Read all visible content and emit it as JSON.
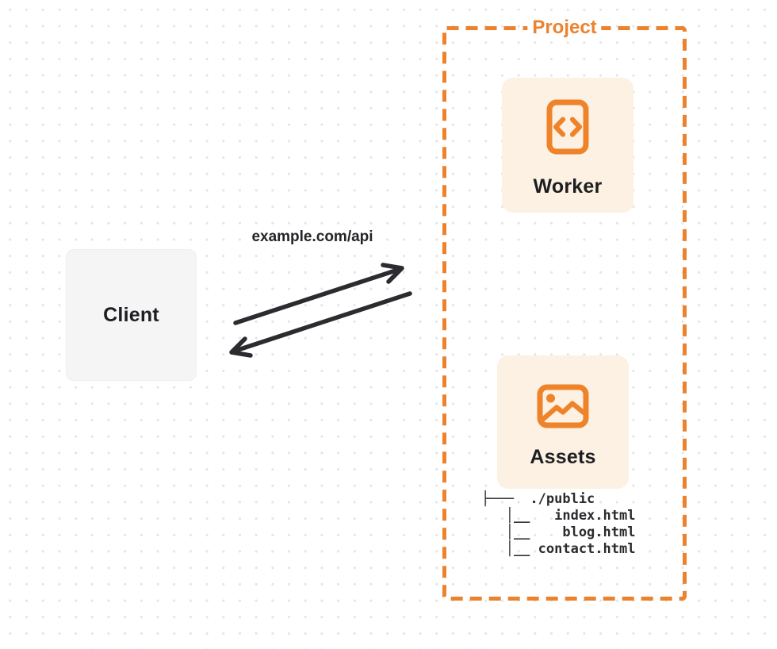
{
  "diagram": {
    "client": {
      "label": "Client"
    },
    "connection": {
      "label": "example.com/api",
      "direction": "bidirectional"
    },
    "project": {
      "label": "Project",
      "nodes": {
        "worker": {
          "label": "Worker",
          "icon": "code-file-icon"
        },
        "assets": {
          "label": "Assets",
          "icon": "image-icon"
        }
      },
      "file_tree": {
        "root": "./public",
        "files": [
          "index.html",
          "blog.html",
          "contact.html"
        ],
        "ascii": "├───  ./public\n   │__   index.html\n   │__    blog.html\n   │__ contact.html"
      }
    },
    "colors": {
      "accent_orange": "#ED822D",
      "icon_orange": "#EF8329",
      "card_bg": "#FCF1E2",
      "client_bg": "#F5F5F6",
      "arrow": "#2B2C30",
      "text_dark": "#1D1E21",
      "dot_grid": "#E4E4E7"
    }
  }
}
